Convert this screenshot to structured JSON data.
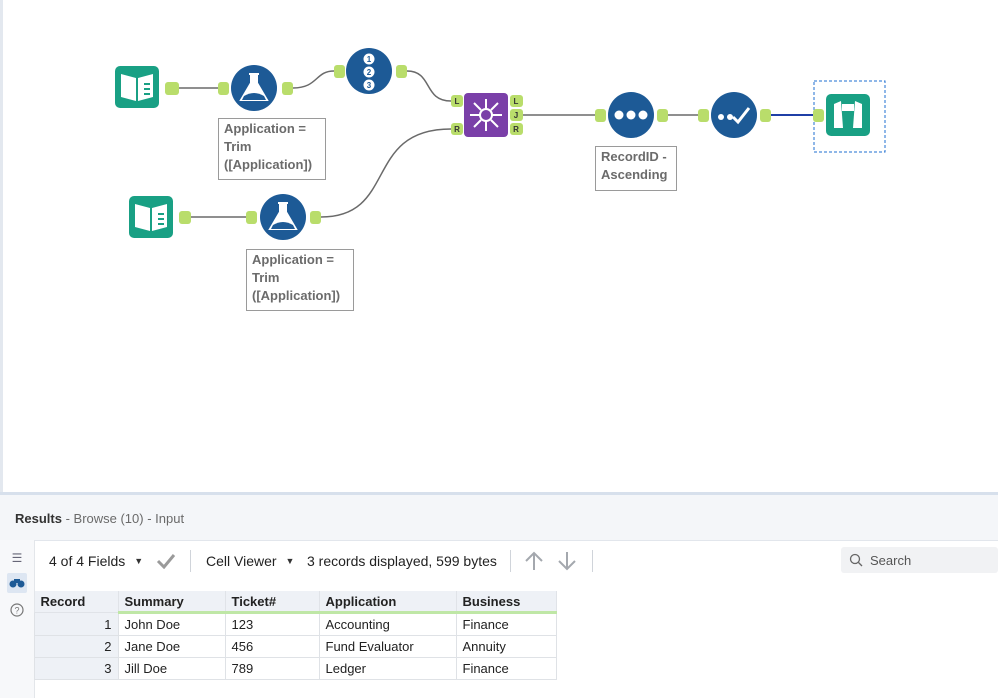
{
  "canvas": {
    "annotations": {
      "formula_1": "Application =\nTrim\n([Application])",
      "formula_2": "Application =\nTrim\n([Application])",
      "sort": "RecordID -\nAscending"
    },
    "join_anchors": {
      "left_in": "L",
      "right_in": "R",
      "left_out": "L",
      "join_out": "J",
      "right_out": "R"
    },
    "colors": {
      "io_tool": "#19a084",
      "preparation_tool": "#1d5a96",
      "join_tool": "#7a3fa8",
      "anchor": "#b9dd6b",
      "connection": "#6a6a6a",
      "selected_connection": "#1f3fa6"
    },
    "tools": [
      {
        "name": "input-1",
        "icon": "input-book-icon"
      },
      {
        "name": "formula-1",
        "icon": "formula-flask-icon"
      },
      {
        "name": "record-id",
        "icon": "record-id-icon"
      },
      {
        "name": "input-2",
        "icon": "input-book-icon"
      },
      {
        "name": "formula-2",
        "icon": "formula-flask-icon"
      },
      {
        "name": "join",
        "icon": "join-icon"
      },
      {
        "name": "sort",
        "icon": "sort-dots-icon"
      },
      {
        "name": "select",
        "icon": "select-check-icon"
      },
      {
        "name": "browse",
        "icon": "browse-binoculars-icon"
      }
    ]
  },
  "results": {
    "title": "Results",
    "subtitle": " - Browse (10) - Input",
    "toolbar": {
      "fields": "4 of 4 Fields",
      "viewer": "Cell Viewer",
      "status": "3 records displayed, 599 bytes",
      "search_placeholder": "Search"
    },
    "table": {
      "columns": [
        "Record",
        "Summary",
        "Ticket#",
        "Application",
        "Business"
      ],
      "rows": [
        [
          "1",
          "John Doe",
          "123",
          "Accounting",
          "Finance"
        ],
        [
          "2",
          "Jane Doe",
          "456",
          "Fund Evaluator",
          "Annuity"
        ],
        [
          "3",
          "Jill Doe",
          "789",
          "Ledger",
          "Finance"
        ]
      ]
    }
  }
}
